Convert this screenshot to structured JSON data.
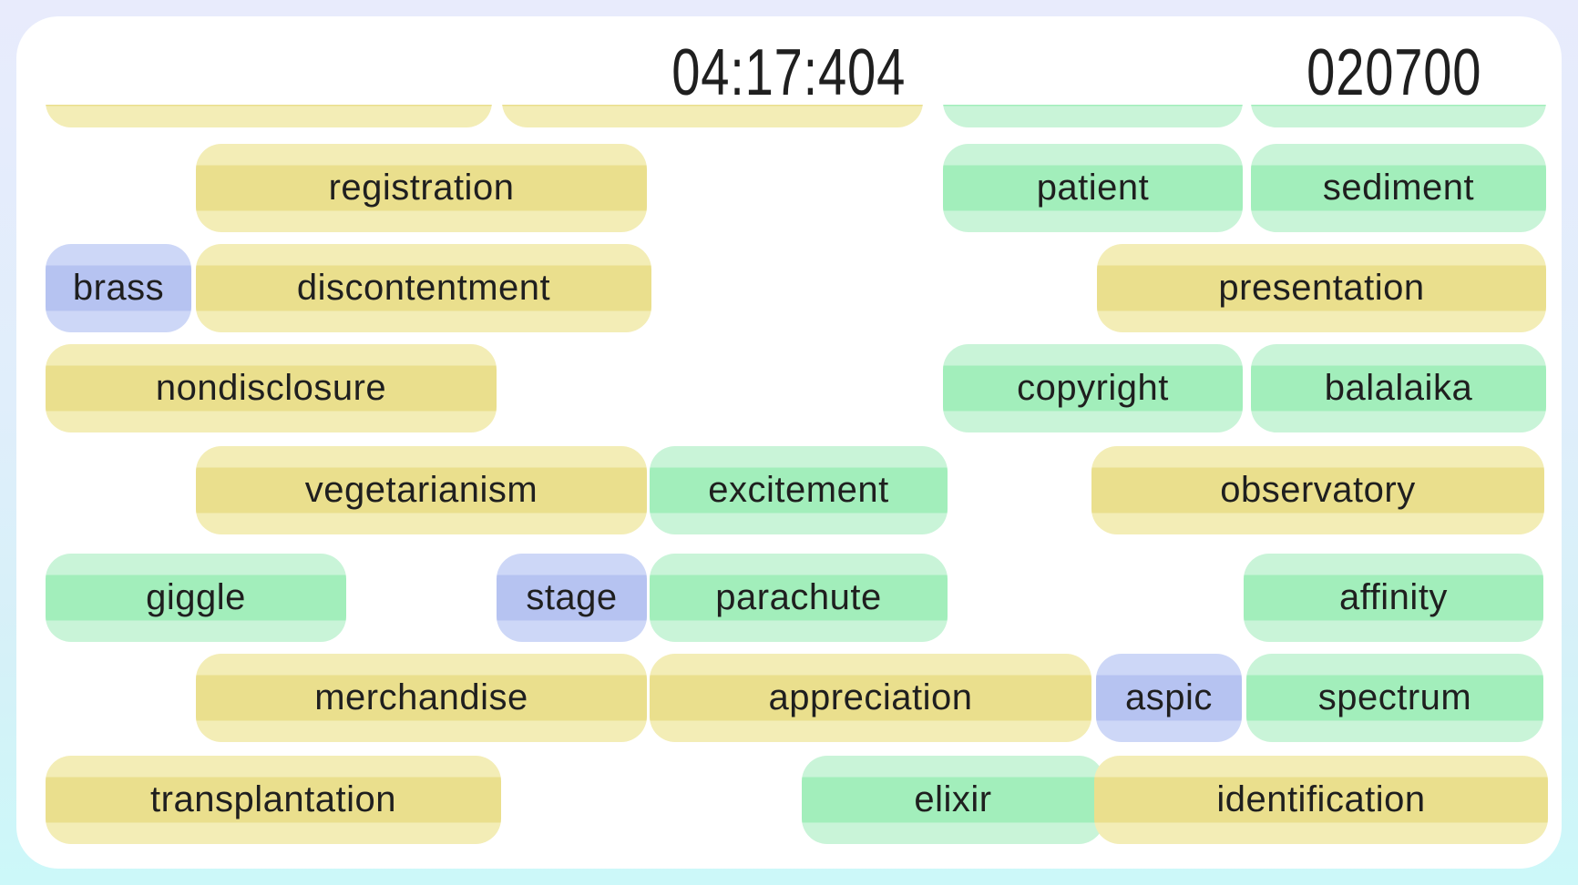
{
  "header": {
    "timer": "04:17:404",
    "score": "020700"
  },
  "palette": {
    "background_top": "#e8ebfc",
    "background_bottom": "#ccf8f9",
    "panel": "#ffffff",
    "text": "#1f1f1f",
    "yellow_light": "#f3edb6",
    "yellow_band": "#eadf8d",
    "green_light": "#c9f4d8",
    "green_band": "#a2eebb",
    "blue_light": "#cdd7f7",
    "blue_band": "#b6c3f1"
  },
  "rows": [
    {
      "pills": [
        {
          "label": "",
          "color": "yellow"
        },
        {
          "label": "",
          "color": "yellow"
        },
        {
          "label": "",
          "color": "green"
        },
        {
          "label": "",
          "color": "green"
        }
      ]
    },
    {
      "pills": [
        {
          "label": "registration",
          "color": "yellow"
        },
        {
          "label": "patient",
          "color": "green"
        },
        {
          "label": "sediment",
          "color": "green"
        }
      ]
    },
    {
      "pills": [
        {
          "label": "brass",
          "color": "blue"
        },
        {
          "label": "discontentment",
          "color": "yellow"
        },
        {
          "label": "presentation",
          "color": "yellow"
        }
      ]
    },
    {
      "pills": [
        {
          "label": "nondisclosure",
          "color": "yellow"
        },
        {
          "label": "copyright",
          "color": "green"
        },
        {
          "label": "balalaika",
          "color": "green"
        }
      ]
    },
    {
      "pills": [
        {
          "label": "vegetarianism",
          "color": "yellow"
        },
        {
          "label": "excitement",
          "color": "green"
        },
        {
          "label": "observatory",
          "color": "yellow"
        }
      ]
    },
    {
      "pills": [
        {
          "label": "giggle",
          "color": "green"
        },
        {
          "label": "stage",
          "color": "blue"
        },
        {
          "label": "parachute",
          "color": "green"
        },
        {
          "label": "affinity",
          "color": "green"
        }
      ]
    },
    {
      "pills": [
        {
          "label": "merchandise",
          "color": "yellow"
        },
        {
          "label": "appreciation",
          "color": "yellow"
        },
        {
          "label": "aspic",
          "color": "blue"
        },
        {
          "label": "spectrum",
          "color": "green"
        }
      ]
    },
    {
      "pills": [
        {
          "label": "transplantation",
          "color": "yellow"
        },
        {
          "label": "elixir",
          "color": "green"
        },
        {
          "label": "identification",
          "color": "yellow"
        }
      ]
    }
  ]
}
